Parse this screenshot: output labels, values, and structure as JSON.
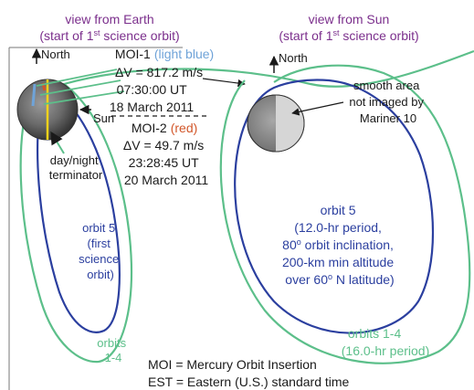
{
  "colors": {
    "purple": "#7b2f8c",
    "blue": "#2b3f9f",
    "green": "#5cbf8a",
    "light_blue": "#6fa3d8",
    "red": "#d2572a",
    "yellow": "#f2d21a",
    "black": "#1a1a1a"
  },
  "left_panel": {
    "title_line1": "view from Earth",
    "title_line2_prefix": "(start of 1",
    "title_line2_sup": "st",
    "title_line2_suffix": " science orbit)",
    "north_label": "North",
    "sun_label": "Sun",
    "terminator_line1": "day/night",
    "terminator_line2": "terminator",
    "orbit5_lines": [
      "orbit 5",
      "(first",
      "science",
      "orbit)"
    ],
    "orbits14_lines": [
      "orbits",
      "1-4"
    ]
  },
  "right_panel": {
    "title_line1": "view from Sun",
    "title_line2_prefix": "(start of 1",
    "title_line2_sup": "st",
    "title_line2_suffix": " science orbit)",
    "north_label": "North",
    "smooth_area_lines": [
      "smooth area",
      "not imaged by",
      "Mariner 10"
    ],
    "orbit5": {
      "line1": "orbit 5",
      "line2": "(12.0-hr period,",
      "line3_prefix": "80",
      "line3_sup": "o",
      "line3_suffix": " orbit inclination,",
      "line4": "200-km min altitude",
      "line5_prefix": "over 60",
      "line5_sup": "o",
      "line5_suffix": " N latitude)"
    },
    "orbits14_line1": "orbits 1-4",
    "orbits14_line2": "(16.0-hr period)"
  },
  "moi1": {
    "label": "MOI-1",
    "color_note": "(light blue)",
    "dv": "ΔV = 817.2 m/s",
    "time": "07:30:00 UT",
    "date": "18 March 2011"
  },
  "moi2": {
    "label": "MOI-2",
    "color_note": "(red)",
    "dv": "ΔV = 49.7 m/s",
    "time": "23:28:45 UT",
    "date": "20 March 2011"
  },
  "footnotes": {
    "moi": "MOI = Mercury Orbit Insertion",
    "est": "EST = Eastern (U.S.) standard time"
  }
}
